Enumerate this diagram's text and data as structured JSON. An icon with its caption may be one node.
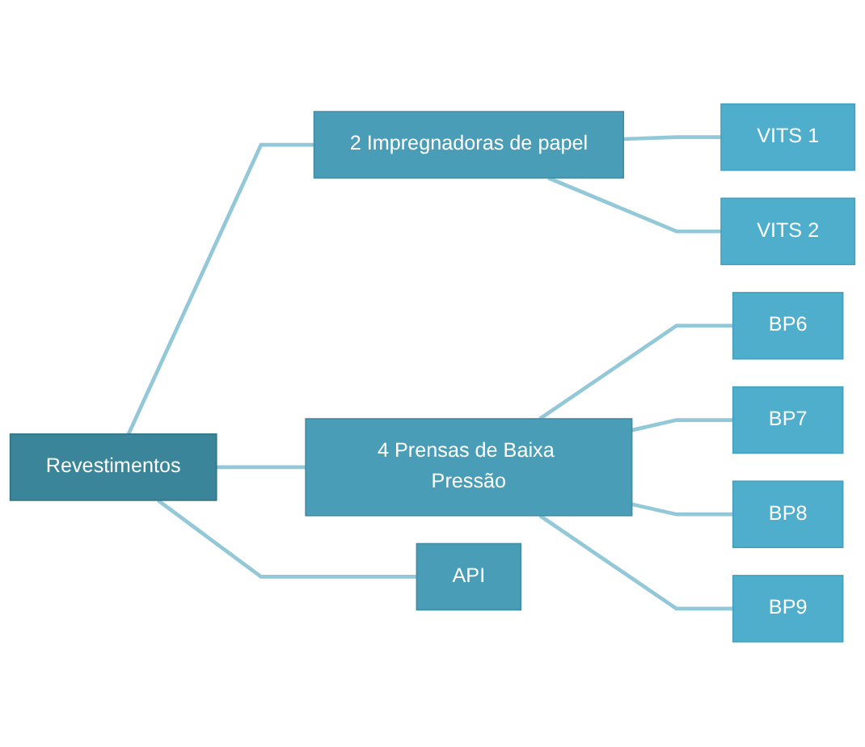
{
  "diagram": {
    "nodes": [
      {
        "text": [
          "Revestimentos"
        ]
      },
      {
        "text": [
          "2 Impregnadoras de papel"
        ]
      },
      {
        "text": [
          "4 Prensas de Baixa Pressão"
        ]
      },
      {
        "text": [
          "API"
        ]
      },
      {
        "text": [
          "VITS 1"
        ]
      },
      {
        "text": [
          "VITS 2"
        ]
      },
      {
        "text": [
          "BP6"
        ]
      },
      {
        "text": [
          "BP7"
        ]
      },
      {
        "text": [
          "BP8"
        ]
      },
      {
        "text": [
          "BP9"
        ]
      }
    ],
    "edges": [
      {
        "from": 0,
        "to": 1,
        "arrow": "none"
      },
      {
        "from": 0,
        "to": 2,
        "arrow": "none"
      },
      {
        "from": 0,
        "to": 3,
        "arrow": "none"
      },
      {
        "from": 1,
        "to": 4,
        "arrow": "none"
      },
      {
        "from": 1,
        "to": 5,
        "arrow": "none"
      },
      {
        "from": 2,
        "to": 6,
        "arrow": "none"
      },
      {
        "from": 2,
        "to": 7,
        "arrow": "none"
      },
      {
        "from": 2,
        "to": 8,
        "arrow": "none"
      },
      {
        "from": 2,
        "to": 9,
        "arrow": "none"
      }
    ]
  }
}
